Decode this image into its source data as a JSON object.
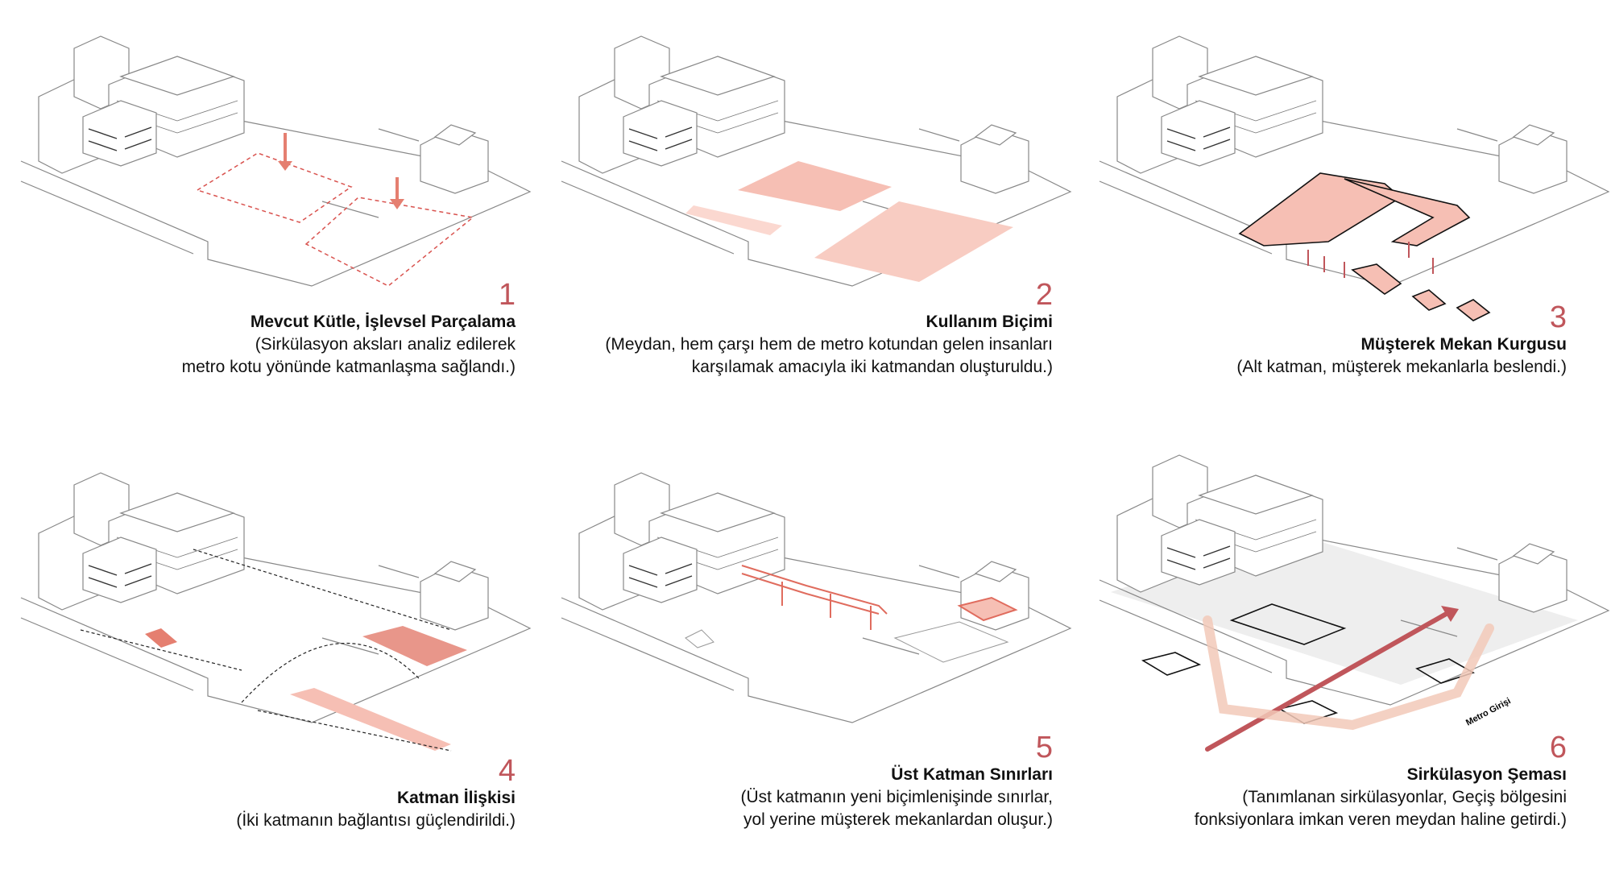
{
  "colors": {
    "accent": "#c0565b",
    "fill": "#f4b8ad",
    "line": "#666666"
  },
  "panels": [
    {
      "number": "1",
      "title": "Mevcut Kütle, İşlevsel Parçalama",
      "lines": [
        "(Sirkülasyon aksları analiz edilerek",
        "metro kotu yönünde katmanlaşma sağlandı.)"
      ]
    },
    {
      "number": "2",
      "title": "Kullanım Biçimi",
      "lines": [
        "(Meydan, hem çarşı hem de metro kotundan gelen insanları",
        "karşılamak amacıyla iki katmandan oluşturuldu.)"
      ]
    },
    {
      "number": "3",
      "title": "Müşterek Mekan Kurgusu",
      "lines": [
        "(Alt katman, müşterek mekanlarla beslendi.)"
      ]
    },
    {
      "number": "4",
      "title": "Katman İlişkisi",
      "lines": [
        "(İki katmanın bağlantısı güçlendirildi.)"
      ]
    },
    {
      "number": "5",
      "title": "Üst Katman Sınırları",
      "lines": [
        "(Üst katmanın yeni biçimlenişinde sınırlar,",
        "yol yerine müşterek mekanlardan oluşur.)"
      ]
    },
    {
      "number": "6",
      "title": "Sirkülasyon Şeması",
      "lines": [
        "(Tanımlanan sirkülasyonlar, Geçiş bölgesini",
        "fonksiyonlara imkan veren meydan haline getirdi.)"
      ]
    }
  ],
  "labels": {
    "metro_entrance": "Metro Girişi"
  }
}
